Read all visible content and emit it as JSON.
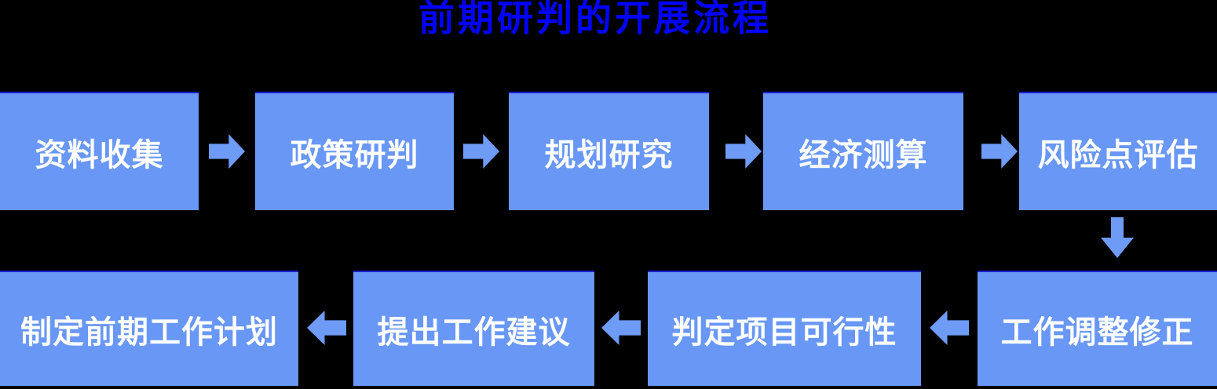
{
  "title": "前期研判的开展流程",
  "palette": {
    "background": "#000000",
    "title_color": "#0202FE",
    "box_fill": "#6897F5",
    "box_top_edge": "#1B1FD0",
    "box_text_color": "#FFFFFF",
    "arrow_fill": "#6E9BF6"
  },
  "steps": [
    {
      "label": "资料收集",
      "row": "top",
      "order": 1
    },
    {
      "label": "政策研判",
      "row": "top",
      "order": 2
    },
    {
      "label": "规划研究",
      "row": "top",
      "order": 3
    },
    {
      "label": "经济测算",
      "row": "top",
      "order": 4
    },
    {
      "label": "风险点评估",
      "row": "top",
      "order": 5
    },
    {
      "label": "工作调整修正",
      "row": "bottom",
      "order": 6
    },
    {
      "label": "判定项目可行性",
      "row": "bottom",
      "order": 7
    },
    {
      "label": "提出工作建议",
      "row": "bottom",
      "order": 8
    },
    {
      "label": "制定前期工作计划",
      "row": "bottom",
      "order": 9
    }
  ],
  "connectors": [
    {
      "from": "资料收集",
      "to": "政策研判",
      "direction": "right"
    },
    {
      "from": "政策研判",
      "to": "规划研究",
      "direction": "right"
    },
    {
      "from": "规划研究",
      "to": "经济测算",
      "direction": "right"
    },
    {
      "from": "经济测算",
      "to": "风险点评估",
      "direction": "right"
    },
    {
      "from": "风险点评估",
      "to": "工作调整修正",
      "direction": "down"
    },
    {
      "from": "工作调整修正",
      "to": "判定项目可行性",
      "direction": "left"
    },
    {
      "from": "判定项目可行性",
      "to": "提出工作建议",
      "direction": "left"
    },
    {
      "from": "提出工作建议",
      "to": "制定前期工作计划",
      "direction": "left"
    }
  ]
}
